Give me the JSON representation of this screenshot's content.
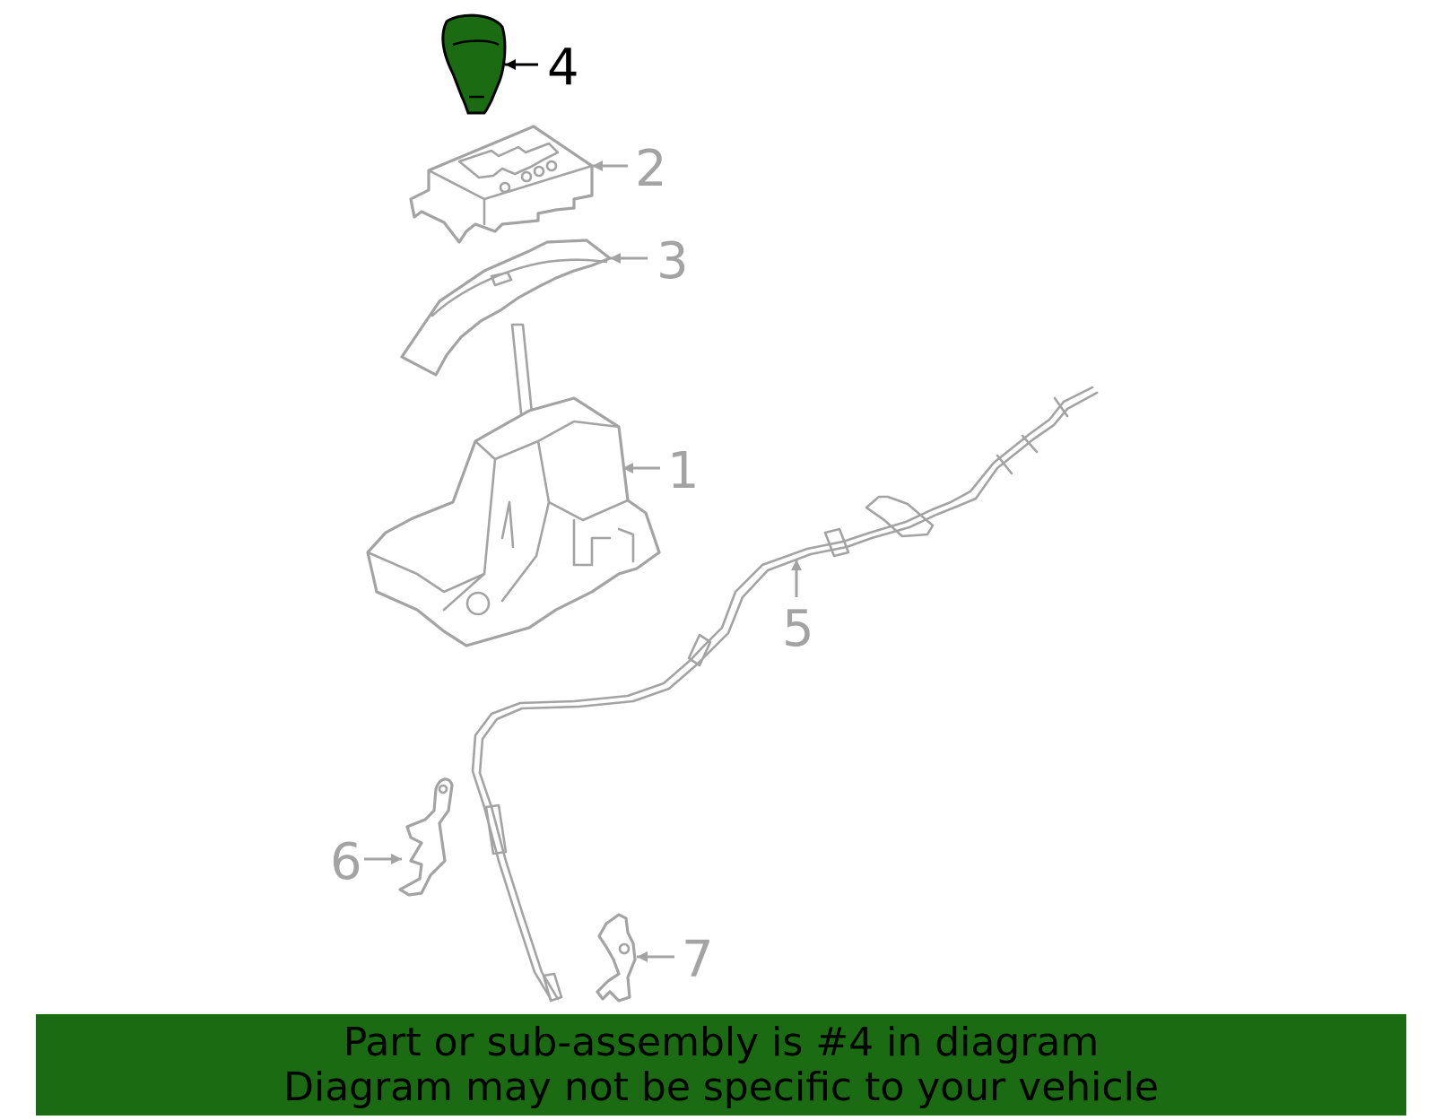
{
  "callouts": {
    "part1": "1",
    "part2": "2",
    "part3": "3",
    "part4": "4",
    "part5": "5",
    "part6": "6",
    "part7": "7"
  },
  "highlighted_part": "4",
  "banner": {
    "line1": "Part or sub-assembly is #4 in diagram",
    "line2": "Diagram may not be specific to your vehicle"
  },
  "colors": {
    "highlight": "#1a6b12",
    "outline": "#a3a3a3",
    "banner_text": "#000000"
  }
}
